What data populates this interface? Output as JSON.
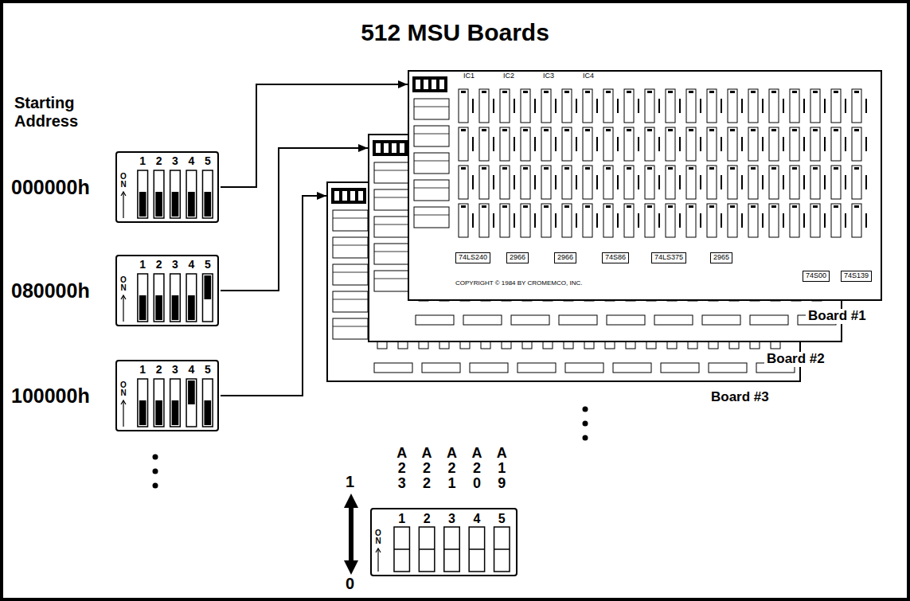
{
  "diagram": {
    "title": "512 MSU Boards",
    "nodes": [
      {
        "text": [
          "1",
          "2",
          "3",
          "4",
          "5",
          "ON"
        ]
      },
      {
        "text": [
          "1",
          "2",
          "3",
          "4",
          "5",
          "ON"
        ]
      },
      {
        "text": [
          "1",
          "2",
          "3",
          "4",
          "5",
          "ON"
        ]
      },
      {
        "text": [
          "Board #1"
        ]
      },
      {
        "text": [
          "Board #2"
        ]
      },
      {
        "text": [
          "Board #3"
        ]
      },
      {
        "text": [
          "1",
          "2",
          "3",
          "4",
          "5",
          "ON"
        ]
      }
    ],
    "edges": [
      {
        "from": 0,
        "to": 3,
        "arrow": "to"
      },
      {
        "from": 1,
        "to": 4,
        "arrow": "to"
      },
      {
        "from": 2,
        "to": 5,
        "arrow": "to"
      }
    ],
    "labels": [
      "Starting Address",
      "000000h",
      "080000h",
      "100000h",
      "A 2 3",
      "A 2 2",
      "A 2 1",
      "A 2 0",
      "A 1 9",
      "1",
      "0",
      "IC1",
      "IC2",
      "IC3",
      "IC4",
      "74LS240",
      "2966",
      "2966",
      "74S86",
      "74LS375",
      "2965",
      "74S00",
      "74S139",
      "COPYRIGHT © 1984 BY CROMEMCO, INC."
    ]
  }
}
